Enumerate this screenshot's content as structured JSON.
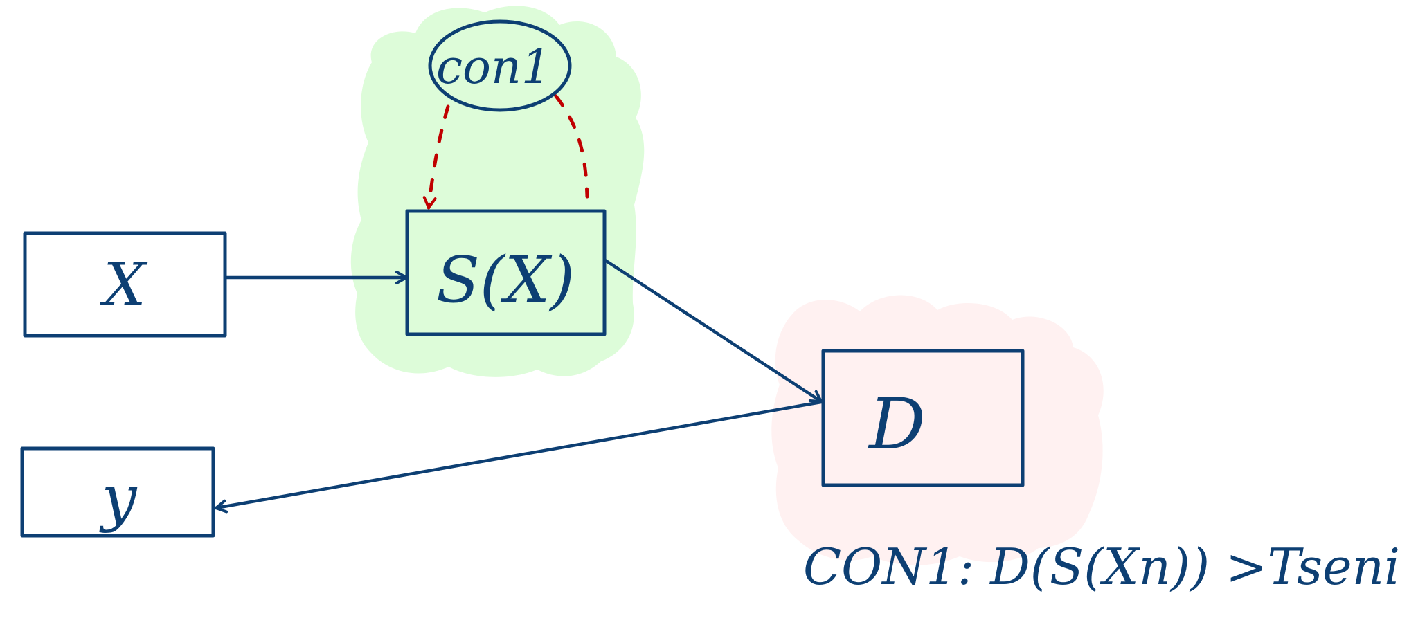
{
  "diagram": {
    "nodes": {
      "x": {
        "label": "X"
      },
      "y": {
        "label": "y"
      },
      "sx": {
        "label": "S(X)"
      },
      "d": {
        "label": "D"
      },
      "con": {
        "label": "con1"
      }
    },
    "condition": {
      "text": "CON1: D(S(Xn)) >Tseni"
    },
    "highlights": {
      "generator_area": "light-green",
      "discriminator_area": "light-pink"
    },
    "colors": {
      "ink": "#0d3f73",
      "dashed": "#c00000",
      "green_wash": "#ddfcd9",
      "pink_wash": "#fff1f1"
    }
  }
}
